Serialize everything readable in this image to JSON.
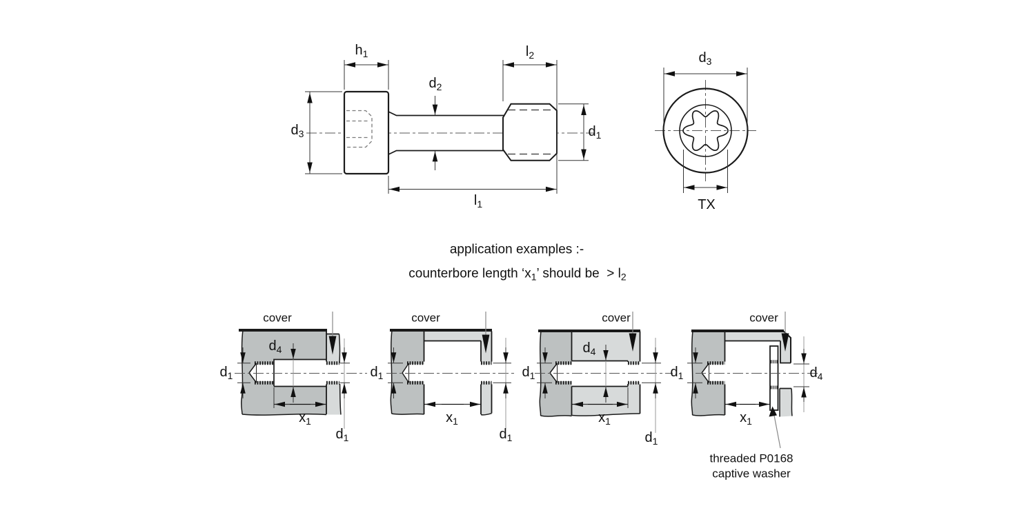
{
  "side_view": {
    "h1": {
      "base": "h",
      "sub": "1"
    },
    "l2": {
      "base": "l",
      "sub": "2"
    },
    "d2": {
      "base": "d",
      "sub": "2"
    },
    "d3": {
      "base": "d",
      "sub": "3"
    },
    "d1": {
      "base": "d",
      "sub": "1"
    },
    "l1": {
      "base": "l",
      "sub": "1"
    }
  },
  "end_view": {
    "d3": {
      "base": "d",
      "sub": "3"
    },
    "tx": "TX"
  },
  "notes": {
    "line1": "application examples :-",
    "line2": {
      "p1": "counterbore length ‘x",
      "s1": "1",
      "p2": "’ should be  > l",
      "s2": "2"
    }
  },
  "examples": [
    {
      "cover_label": "cover",
      "d1_left": {
        "base": "d",
        "sub": "1"
      },
      "d4": {
        "base": "d",
        "sub": "4"
      },
      "x1": {
        "base": "x",
        "sub": "1"
      },
      "d1_bottom": {
        "base": "d",
        "sub": "1"
      }
    },
    {
      "cover_label": "cover",
      "d1_left": {
        "base": "d",
        "sub": "1"
      },
      "x1": {
        "base": "x",
        "sub": "1"
      },
      "d1_bottom": {
        "base": "d",
        "sub": "1"
      }
    },
    {
      "cover_label": "cover",
      "d1_left": {
        "base": "d",
        "sub": "1"
      },
      "d4": {
        "base": "d",
        "sub": "4"
      },
      "x1": {
        "base": "x",
        "sub": "1"
      },
      "d1_bottom": {
        "base": "d",
        "sub": "1"
      }
    },
    {
      "cover_label": "cover",
      "d1_left": {
        "base": "d",
        "sub": "1"
      },
      "d4_right": {
        "base": "d",
        "sub": "4"
      },
      "x1": {
        "base": "x",
        "sub": "1"
      },
      "caption_line1": "threaded P0168",
      "caption_line2": "captive washer"
    }
  ],
  "colors": {
    "base_gray": "#bdc1c1",
    "cover_gray": "#d7dada",
    "line_dark": "#1a1a1a"
  }
}
